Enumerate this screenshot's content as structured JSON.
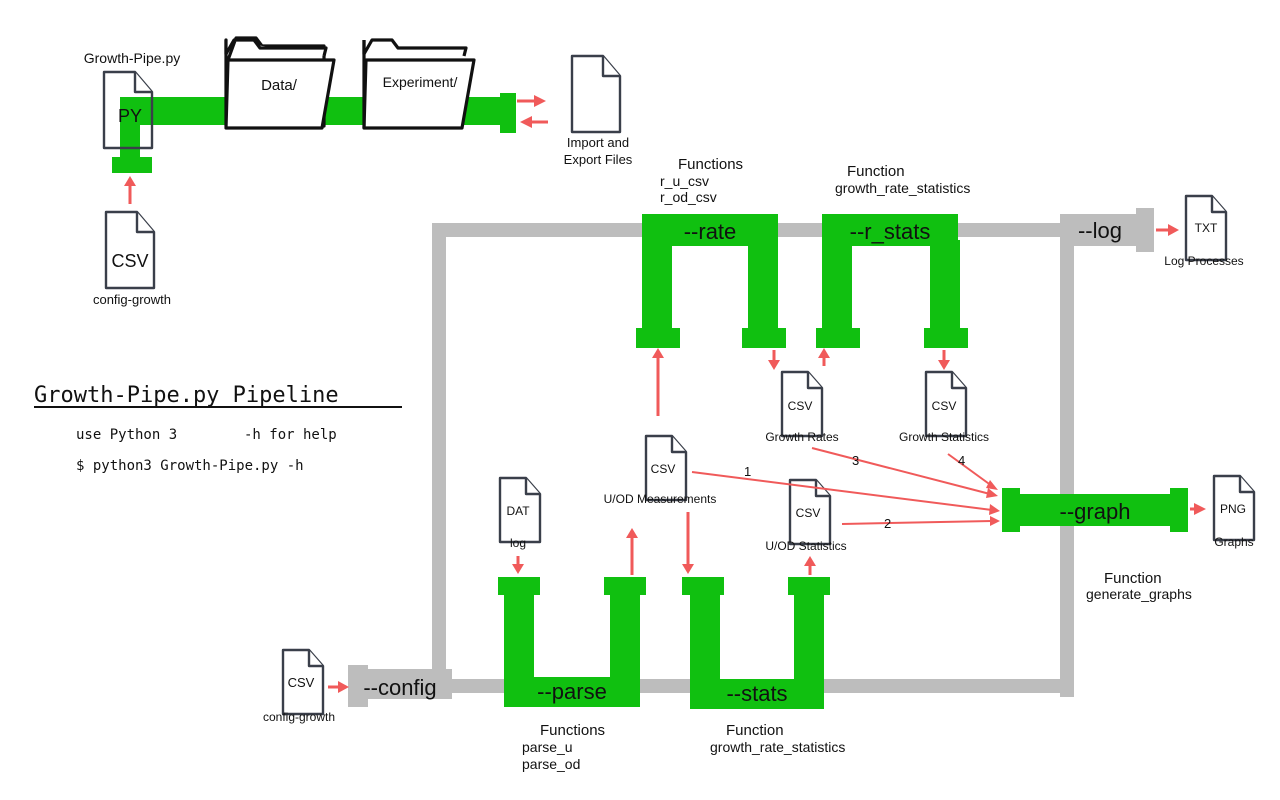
{
  "title": "Growth-Pipe.py Pipeline",
  "usage": {
    "line1a": "use Python 3",
    "line1b": "-h for help",
    "line2": "$ python3 Growth-Pipe.py -h"
  },
  "script_file": {
    "name": "Growth-Pipe.py",
    "ext": "PY"
  },
  "folders": {
    "data": "Data/",
    "experiment": "Experiment/"
  },
  "import_export": {
    "line1": "Import and",
    "line2": "Export Files"
  },
  "config_top": {
    "ext": "CSV",
    "label": "config-growth"
  },
  "config_bottom": {
    "ext": "CSV",
    "label": "config-growth"
  },
  "flags": {
    "config": "--config",
    "parse": "--parse",
    "stats": "--stats",
    "rate": "--rate",
    "r_stats": "--r_stats",
    "log": "--log",
    "graph": "--graph"
  },
  "functions": {
    "rate": {
      "heading": "Functions",
      "f1": "r_u_csv",
      "f2": "r_od_csv"
    },
    "r_stats": {
      "heading": "Function",
      "f1": "growth_rate_statistics"
    },
    "parse": {
      "heading": "Functions",
      "f1": "parse_u",
      "f2": "parse_od"
    },
    "stats": {
      "heading": "Function",
      "f1": "growth_rate_statistics"
    },
    "graph": {
      "heading": "Function",
      "f1": "generate_graphs"
    }
  },
  "files": {
    "log_txt": {
      "ext": "TXT",
      "label": "Log Processes"
    },
    "growth_rates": {
      "ext": "CSV",
      "label": "Growth Rates"
    },
    "growth_stats": {
      "ext": "CSV",
      "label": "Growth Statistics"
    },
    "uod_meas": {
      "ext": "CSV",
      "label": "U/OD Measurements"
    },
    "uod_stats": {
      "ext": "CSV",
      "label": "U/OD Statistics"
    },
    "dat_log": {
      "ext": "DAT",
      "label": "log"
    },
    "graphs": {
      "ext": "PNG",
      "label": "Graphs"
    }
  },
  "graph_inputs": {
    "n1": "1",
    "n2": "2",
    "n3": "3",
    "n4": "4"
  },
  "colors": {
    "pipe": "#10c010",
    "bus": "#bdbdbd",
    "arrow": "#f05a5a",
    "doc_stroke": "#3a3f4a"
  }
}
